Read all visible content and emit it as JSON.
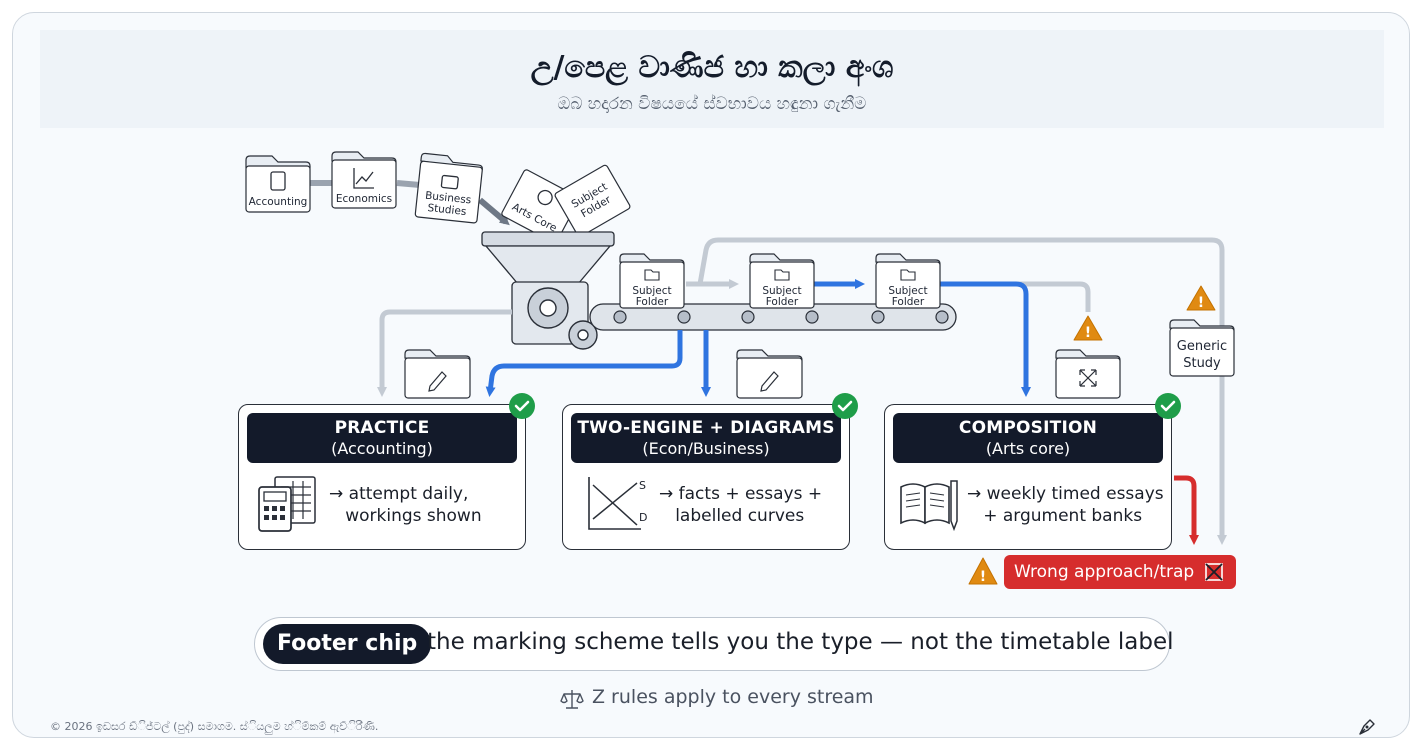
{
  "header": {
    "title": "උ/පෙළ වාණිජ හා කලා අංශ",
    "subtitle": "ඔබ හදාරන විෂයයේ ස්වභාවය හඳුනා ගැනීම"
  },
  "input_folders": [
    {
      "label": "Accounting",
      "icon": "calculator-icon"
    },
    {
      "label": "Economics",
      "icon": "chart-icon"
    },
    {
      "label": "Business\nStudies",
      "icon": "briefcase-icon"
    },
    {
      "label": "Arts Core",
      "icon": "gear-icon"
    },
    {
      "label": "Subject\nFolder",
      "icon": "none"
    }
  ],
  "conveyor_folders": [
    "Subject\nFolder",
    "Subject\nFolder",
    "Subject\nFolder"
  ],
  "side_folder": {
    "label": "Generic\nStudy"
  },
  "boxes": [
    {
      "title": "PRACTICE",
      "subtitle": "(Accounting)",
      "text": "→ attempt daily,\n   workings shown",
      "icon": "calculator-sheet-icon"
    },
    {
      "title": "TWO-ENGINE + DIAGRAMS",
      "subtitle": "(Econ/Business)",
      "text": "→ facts + essays +\n   labelled curves",
      "icon": "supply-demand-icon",
      "curve_labels": [
        "S",
        "D"
      ]
    },
    {
      "title": "COMPOSITION",
      "subtitle": "(Arts core)",
      "text": "→ weekly timed essays\n   + argument banks",
      "icon": "book-pen-icon"
    }
  ],
  "trap": {
    "label": "Wrong approach/trap"
  },
  "footer": {
    "chip": "Footer chip",
    "text": "the marking scheme tells you the type — not the timetable label",
    "rules": "Z rules apply to every stream",
    "copyright": "© 2026 ඉඩසර ඩ්ිජ්ටල් (පුද්) සමාගම. ස්ියලුම හ්ිම්කම් ඇව්ිරි්ණි."
  },
  "colors": {
    "accent_blue": "#2f74e0",
    "gray_arrow": "#c3cad3",
    "success_green": "#1f9d49",
    "warning_orange": "#e08a12",
    "trap_red": "#d62d2d",
    "dark_navy": "#131a2a"
  }
}
